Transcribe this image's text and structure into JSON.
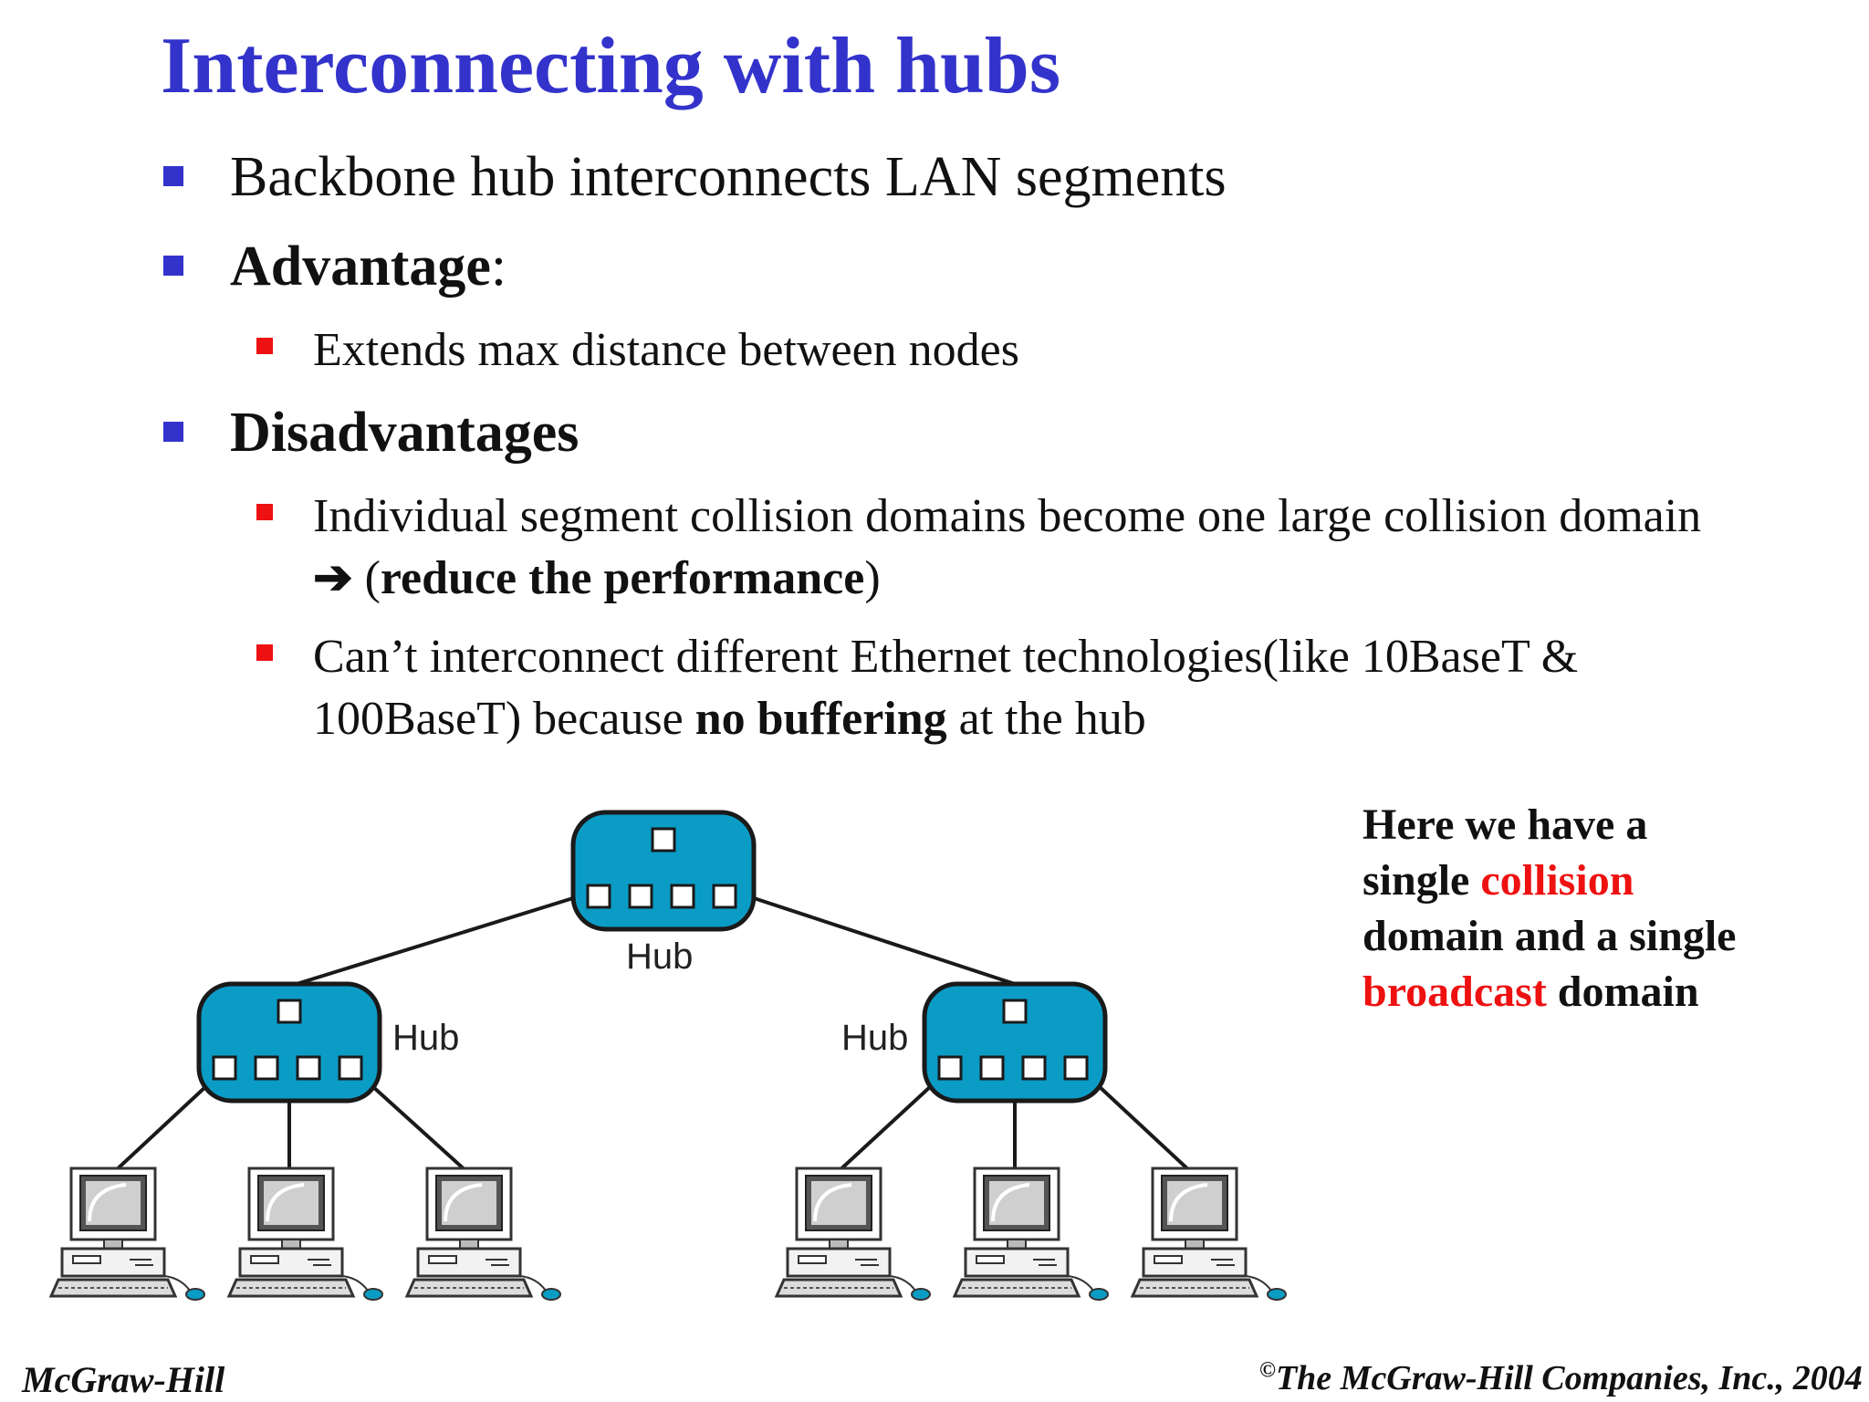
{
  "title": "Interconnecting with hubs",
  "bullets": {
    "b1": "Backbone hub interconnects LAN segments",
    "b2_bold": "Advantage",
    "b2_colon": ":",
    "b2_sub1": "Extends max distance between nodes",
    "b3": "Disadvantages",
    "b3_sub1_a": "Individual segment collision domains become one large collision domain ",
    "b3_sub1_arrow": "➔",
    "b3_sub1_open": " (",
    "b3_sub1_bold": "reduce the performance",
    "b3_sub1_close": ")",
    "b3_sub2_a": "Can’t interconnect different Ethernet technologies(like 10BaseT & 100BaseT) because ",
    "b3_sub2_bold": "no buffering",
    "b3_sub2_b": " at the hub"
  },
  "note": {
    "p1": "Here we have a single ",
    "p2_red": "collision",
    "p3": " domain and a single ",
    "p4_red": "broadcast",
    "p5": " domain"
  },
  "diagram": {
    "hub_top_label": "Hub",
    "hub_left_label": "Hub",
    "hub_right_label": "Hub"
  },
  "footer": {
    "left": "McGraw-Hill",
    "right_sup": "©",
    "right": "The McGraw-Hill Companies, Inc., 2004"
  },
  "colors": {
    "title": "#3333cc",
    "level1_bullet": "#3333cc",
    "level2_bullet": "#ee1111",
    "hub_fill": "#0b9cc6",
    "highlight": "#ee1111"
  }
}
